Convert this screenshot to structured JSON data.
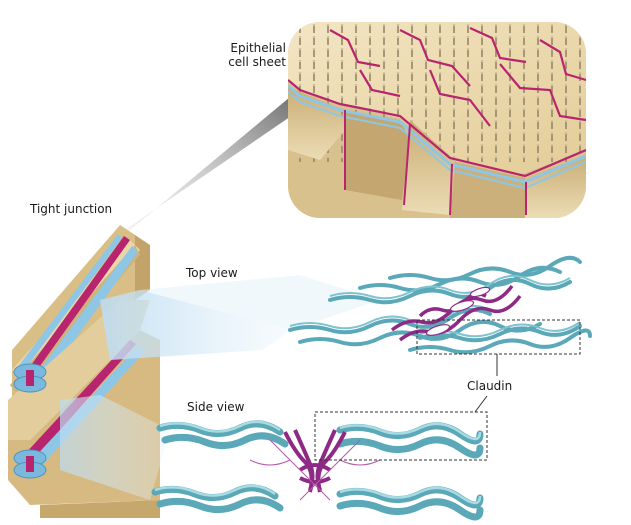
{
  "labels": {
    "epithelial_line1": "Epithelial",
    "epithelial_line2": "cell sheet",
    "tight_junction": "Tight junction",
    "top_view": "Top view",
    "side_view": "Side view",
    "claudin": "Claudin"
  },
  "colors": {
    "cell_tan": "#e8d4a4",
    "cell_side": "#cfb57e",
    "junction_magenta": "#b8246e",
    "membrane_blue": "#8ec6e6",
    "protein_teal": "#7fc3cf",
    "protein_purple": "#8e2a86",
    "beam_blue": "#cfe6f5"
  }
}
